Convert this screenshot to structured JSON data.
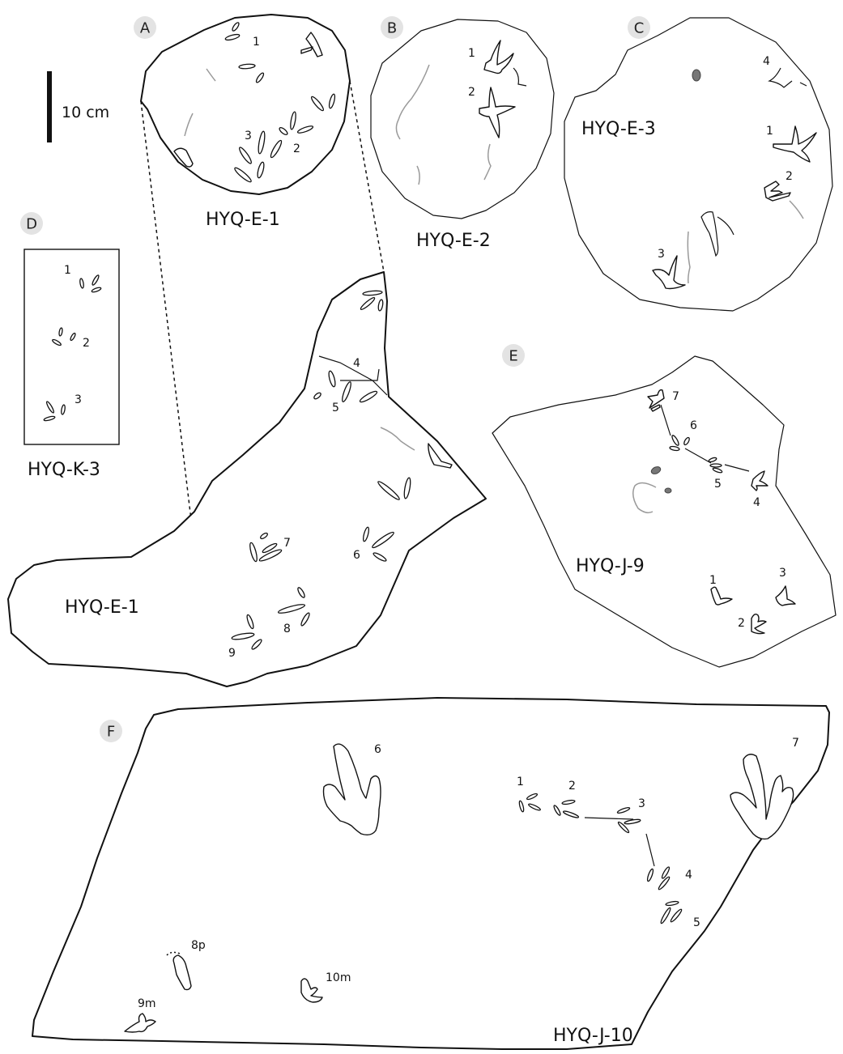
{
  "scale_bar": {
    "label": "10 cm"
  },
  "panels": {
    "A": {
      "letter": "A",
      "slab": "HYQ-E-1",
      "tracks": [
        "1",
        "2",
        "3"
      ]
    },
    "B": {
      "letter": "B",
      "slab": "HYQ-E-2",
      "tracks": [
        "1",
        "2"
      ]
    },
    "C": {
      "letter": "C",
      "slab": "HYQ-E-3",
      "tracks": [
        "1",
        "2",
        "3",
        "4"
      ]
    },
    "D": {
      "letter": "D",
      "slab": "HYQ-K-3",
      "tracks": [
        "1",
        "2",
        "3"
      ]
    },
    "A_detail": {
      "slab": "HYQ-E-1",
      "tracks": [
        "4",
        "5",
        "6",
        "7",
        "8",
        "9"
      ]
    },
    "E": {
      "letter": "E",
      "slab": "HYQ-J-9",
      "tracks": [
        "1",
        "2",
        "3",
        "4",
        "5",
        "6",
        "7"
      ]
    },
    "F": {
      "letter": "F",
      "slab": "HYQ-J-10",
      "tracks": [
        "1",
        "2",
        "3",
        "4",
        "5",
        "6",
        "7",
        "8p",
        "9m",
        "10m"
      ]
    }
  },
  "colors": {
    "outline": "#111111",
    "crack": "#9a9a9a",
    "badge": "#e3e3e3",
    "pebble": "#777777"
  }
}
